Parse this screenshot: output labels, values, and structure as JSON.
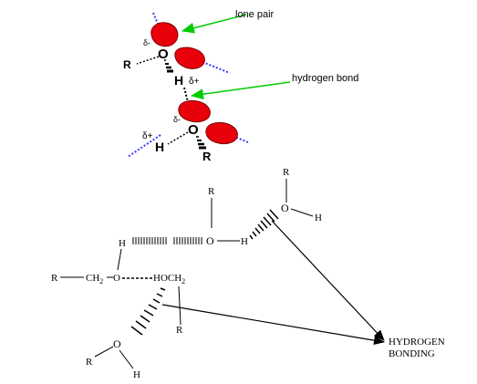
{
  "top_figure": {
    "labels": {
      "lone_pair": "lone pair",
      "hydrogen_bond": "hydrogen bond"
    },
    "molecule_1": {
      "oxygen": "O",
      "hydrogen": "H",
      "r_group": "R",
      "delta_oxygen": "δ-",
      "delta_hydrogen": "δ+"
    },
    "molecule_2": {
      "oxygen": "O",
      "hydrogen": "H",
      "r_group": "R",
      "delta_oxygen": "δ-",
      "delta_hydrogen": "δ+"
    },
    "colors": {
      "lone_pair_fill": "#e8000b",
      "arrow": "#00cc00",
      "dashed_bond": "#3a3aff"
    }
  },
  "bottom_figure": {
    "top_right_alcohol": {
      "r": "R",
      "o": "O",
      "h": "H"
    },
    "top_middle_alcohol": {
      "r": "R",
      "o": "O",
      "h": "H"
    },
    "left_h": "H",
    "left_chain": {
      "r": "R",
      "ch2": "CH",
      "ch2_sub": "2",
      "o": "O"
    },
    "hoch2": {
      "main": "HOCH",
      "sub": "2"
    },
    "r_below": "R",
    "bottom_alcohol": {
      "r": "R",
      "o": "O",
      "h": "H"
    },
    "label_line1": "HYDROGEN",
    "label_line2": "BONDING"
  }
}
